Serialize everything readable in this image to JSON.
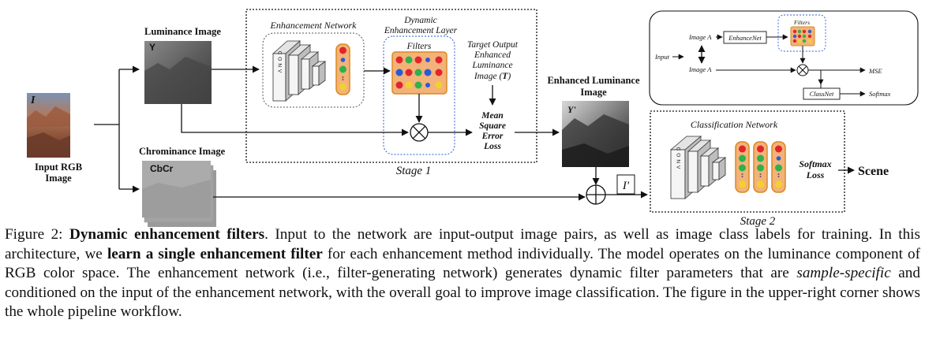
{
  "diagram": {
    "input": {
      "symbol": "I",
      "label_line1": "Input RGB",
      "label_line2": "Image"
    },
    "luminance": {
      "title": "Luminance Image",
      "symbol": "Y"
    },
    "chrominance": {
      "title": "Chrominance Image",
      "symbol": "CbCr"
    },
    "enhancement_network": {
      "title": "Enhancement Network",
      "conv_text": "CONV"
    },
    "dynamic_layer": {
      "title_line1": "Dynamic",
      "title_line2": "Enhancement Layer",
      "filters_label": "Filters"
    },
    "target": {
      "line1": "Target Output",
      "line2": "Enhanced",
      "line3": "Luminance",
      "line4": "Image (",
      "symbol": "T",
      "line4_end": ")"
    },
    "loss": {
      "line1": "Mean",
      "line2": "Square",
      "line3": "Error",
      "line4": "Loss"
    },
    "stage1_label": "Stage 1",
    "enhanced_luminance": {
      "line1": "Enhanced Luminance",
      "line2": "Image",
      "symbol": "Y'"
    },
    "recombined_symbol": "I'",
    "classification_network": {
      "title": "Classification Network",
      "conv_text": "CONV"
    },
    "softmax": {
      "line1": "Softmax",
      "line2": "Loss"
    },
    "scene_label": "Scene",
    "stage2_label": "Stage 2",
    "pipeline": {
      "input": "Input",
      "image_a_top": "Image A",
      "image_a_bottom": "Image A",
      "enhancenet": "EnhanceNet",
      "filters": "Filters",
      "mse": "MSE",
      "classnet": "ClassNet",
      "softmax": "Softmax"
    }
  },
  "caption": {
    "figure": "Figure 2:",
    "title": "Dynamic enhancement filters",
    "sentence1_rest": ". Input to the network are input-output image pairs, as well as image class labels for training. In this architecture, we ",
    "bold2": "learn a single enhancement filter",
    "sentence2_rest": " for each enhancement method individually. The model operates on the luminance component of RGB color space. The enhancement network (i.e., filter-generating network) generates dynamic filter parameters that are ",
    "italic": "sample-specific",
    "rest": " and conditioned on the input of the enhancement network, with the overall goal to improve image classification. The figure in the upper-right corner shows the whole pipeline workflow."
  },
  "colors": {
    "filter_red": "#e0262a",
    "filter_green": "#2fb14b",
    "filter_blue": "#2a5bd7",
    "filter_yellow": "#f2d22a",
    "filter_orange_bg": "#f3b27a",
    "filter_border": "#d9891f"
  }
}
